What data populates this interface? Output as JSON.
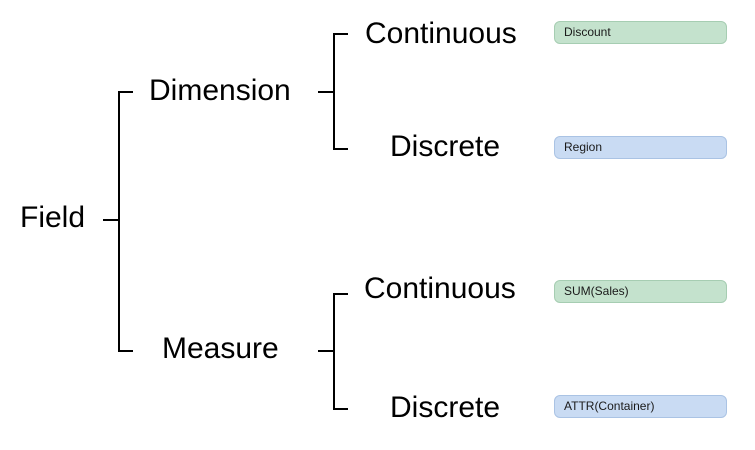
{
  "root": {
    "label": "Field"
  },
  "branches": [
    {
      "label": "Dimension",
      "children": [
        {
          "label": "Continuous",
          "pill": {
            "text": "Discount",
            "bg": "#c4e2cd",
            "border": "#a6cdb2"
          }
        },
        {
          "label": "Discrete",
          "pill": {
            "text": "Region",
            "bg": "#c9dbf3",
            "border": "#aac3e4"
          }
        }
      ]
    },
    {
      "label": "Measure",
      "children": [
        {
          "label": "Continuous",
          "pill": {
            "text": "SUM(Sales)",
            "bg": "#c4e2cd",
            "border": "#a6cdb2"
          }
        },
        {
          "label": "Discrete",
          "pill": {
            "text": "ATTR(Container)",
            "bg": "#c9dbf3",
            "border": "#aac3e4"
          }
        }
      ]
    }
  ]
}
